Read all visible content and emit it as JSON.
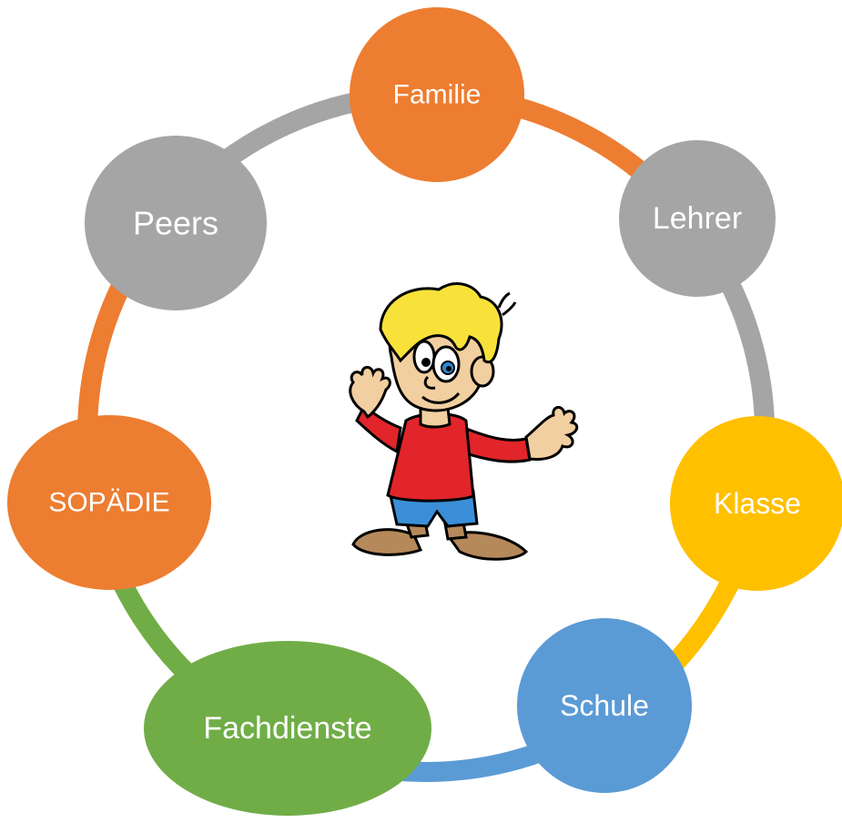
{
  "diagram": {
    "center_figure": "cartoon-boy",
    "nodes": [
      {
        "id": "familie",
        "label": "Familie",
        "color": "#ED7D31"
      },
      {
        "id": "lehrer",
        "label": "Lehrer",
        "color": "#A5A5A5"
      },
      {
        "id": "klasse",
        "label": "Klasse",
        "color": "#FFC000"
      },
      {
        "id": "schule",
        "label": "Schule",
        "color": "#5B9BD5"
      },
      {
        "id": "fachdienste",
        "label": "Fachdienste",
        "color": "#70AD47"
      },
      {
        "id": "sopaedie",
        "label": "SOPÄDIE",
        "color": "#ED7D31"
      },
      {
        "id": "peers",
        "label": "Peers",
        "color": "#A5A5A5"
      }
    ],
    "connectors": [
      {
        "from": "familie",
        "to": "lehrer",
        "color": "#ED7D31"
      },
      {
        "from": "lehrer",
        "to": "klasse",
        "color": "#A5A5A5"
      },
      {
        "from": "klasse",
        "to": "schule",
        "color": "#FFC000"
      },
      {
        "from": "schule",
        "to": "fachdienste",
        "color": "#5B9BD5"
      },
      {
        "from": "fachdienste",
        "to": "sopaedie",
        "color": "#70AD47"
      },
      {
        "from": "sopaedie",
        "to": "peers",
        "color": "#ED7D31"
      },
      {
        "from": "peers",
        "to": "familie",
        "color": "#A5A5A5"
      }
    ]
  }
}
